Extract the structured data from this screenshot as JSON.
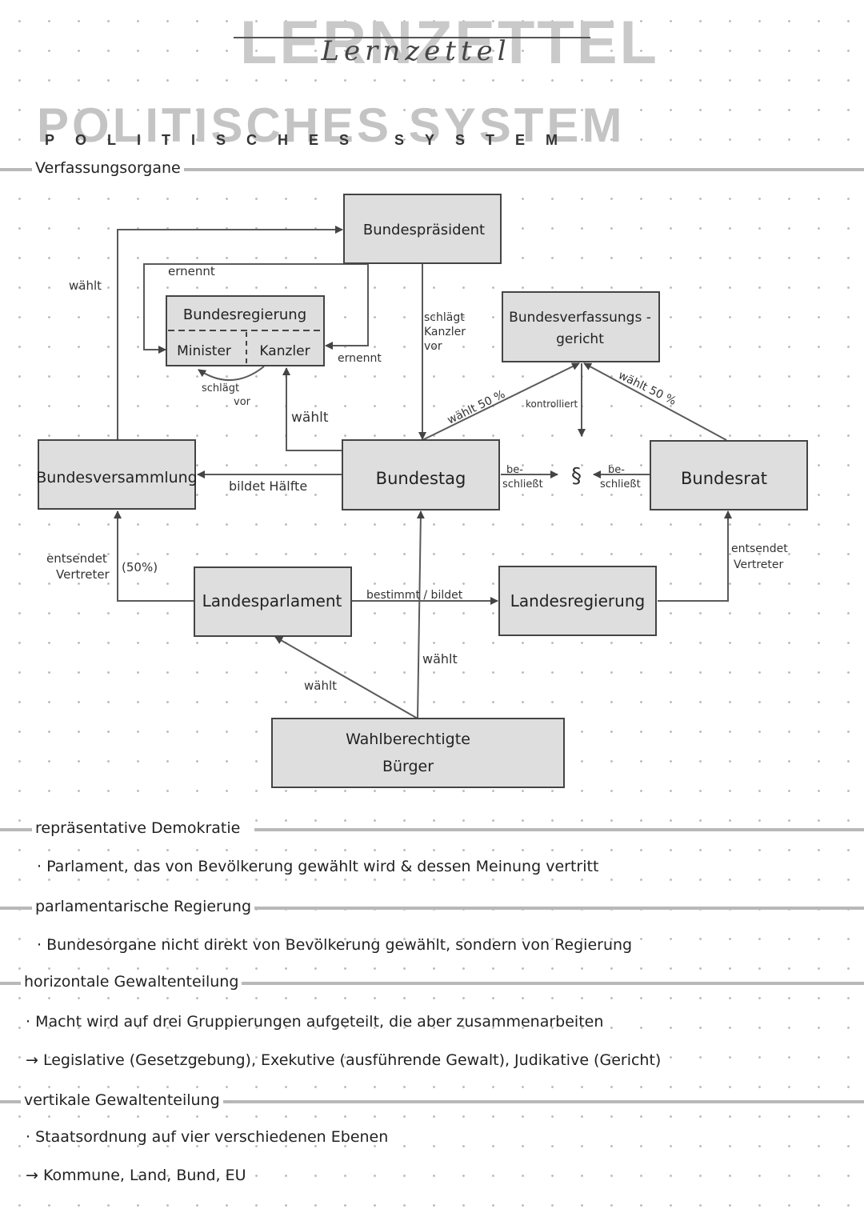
{
  "header": {
    "script_title": "Lernzettel",
    "top_title": "LERNZETTEL",
    "main_title": "POLITISCHES SYSTEM",
    "main_title_small": "POLITISCHES SYSTEM"
  },
  "sections": {
    "verfassungsorgane": "Verfassungsorgane",
    "repraesentative": "repräsentative  Demokratie",
    "parlamentarische": "parlamentarische  Regierung",
    "horizontale": "horizontale  Gewaltenteilung",
    "vertikale": "vertikale  Gewaltenteilung"
  },
  "notes": {
    "repraesentative_1": "· Parlament, das von Bevölkerung gewählt wird & dessen Meinung vertritt",
    "parlamentarische_1": "· Bundesorgane nicht direkt von Bevölkerung gewählt, sondern von Regierung",
    "horizontale_1": "· Macht wird auf drei Gruppierungen aufgeteilt, die aber zusammenarbeiten",
    "horizontale_2": "→ Legislative (Gesetzgebung), Exekutive (ausführende Gewalt), Judikative (Gericht)",
    "vertikale_1": "· Staatsordnung auf vier verschiedenen Ebenen",
    "vertikale_2": "→ Kommune, Land, Bund, EU"
  },
  "diagram": {
    "boxes": {
      "bundespraesident": "Bundespräsident",
      "bundesregierung": "Bundesregierung",
      "minister": "Minister",
      "kanzler": "Kanzler",
      "bverfg_1": "Bundesverfassungs -",
      "bverfg_2": "gericht",
      "bundesversammlung": "Bundesversammlung",
      "bundestag": "Bundestag",
      "bundesrat": "Bundesrat",
      "landesparlament": "Landesparlament",
      "landesregierung": "Landesregierung",
      "buerger_1": "Wahlberechtigte",
      "buerger_2": "Bürger"
    },
    "labels": {
      "waehlt_bv": "wählt",
      "ernennt_top": "ernennt",
      "ernennt_right": "ernennt",
      "schlaegt_vor_1": "schlägt",
      "schlaegt_vor_2": "vor",
      "waehlt_kanzler": "wählt",
      "schlaegt_kanzler_1": "schlägt",
      "schlaegt_kanzler_2": "Kanzler",
      "schlaegt_kanzler_3": "vor",
      "waehlt_50_left": "wählt 50 %",
      "waehlt_50_right": "wählt 50 %",
      "kontrolliert": "kontrolliert",
      "beschliesst_left_1": "be-",
      "beschliesst_left_2": "schließt",
      "beschliesst_right_1": "be-",
      "beschliesst_right_2": "schließt",
      "paragraph": "§",
      "bildet_haelfte": "bildet Hälfte",
      "entsendet_left_1": "entsendet",
      "entsendet_left_2": "Vertreter",
      "fifty_percent": "(50%)",
      "entsendet_right_1": "entsendet",
      "entsendet_right_2": "Vertreter",
      "bestimmt_bildet": "bestimmt / bildet",
      "waehlt_landtag": "wählt",
      "waehlt_bundestag": "wählt"
    }
  }
}
